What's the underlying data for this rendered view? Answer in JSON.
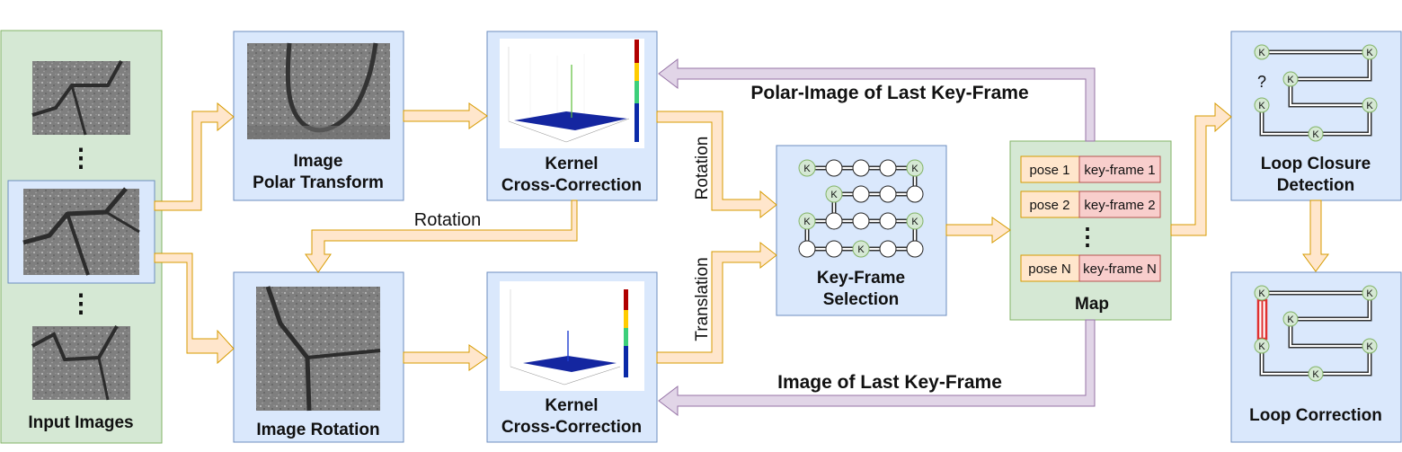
{
  "colors": {
    "green_fill": "#d5e8d4",
    "green_stroke": "#82b366",
    "blue_fill": "#dae8fc",
    "blue_stroke": "#6c8ebf",
    "orange_fill": "#ffe6cc",
    "orange_stroke": "#d79b00",
    "red_fill": "#f8cecc",
    "red_stroke": "#b85450",
    "purple_fill": "#e1d5e7",
    "purple_stroke": "#9673a6"
  },
  "icons": [
    "pavement-image",
    "polar-image",
    "surface-plot",
    "keyframe-graph",
    "pose-graph"
  ],
  "nodes": {
    "input_images": "Input Images",
    "polar_transform": [
      "Image",
      "Polar Transform"
    ],
    "kernel_cc_top": [
      "Kernel",
      "Cross-Correction"
    ],
    "image_rotation": "Image Rotation",
    "kernel_cc_bottom": [
      "Kernel",
      "Cross-Correction"
    ],
    "keyframe_selection": [
      "Key-Frame",
      "Selection"
    ],
    "map": "Map",
    "loop_closure": [
      "Loop Closure",
      "Detection"
    ],
    "loop_correction": "Loop Correction"
  },
  "map_rows": [
    {
      "pose": "pose 1",
      "keyframe": "key-frame 1"
    },
    {
      "pose": "pose 2",
      "keyframe": "key-frame 2"
    },
    {
      "pose": "pose N",
      "keyframe": "key-frame N"
    }
  ],
  "edge_labels": {
    "polar_last_keyframe": "Polar-Image of Last Key-Frame",
    "image_last_keyframe": "Image of Last Key-Frame",
    "rotation_mid": "Rotation",
    "rotation_vertical": "Rotation",
    "translation_vertical": "Translation"
  },
  "node_glyphs": {
    "keyframe": "K",
    "unknown": "?",
    "ellipsis": "⋮"
  }
}
